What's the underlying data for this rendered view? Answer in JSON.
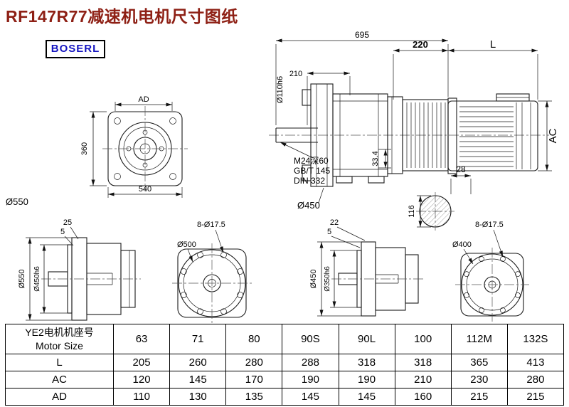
{
  "page": {
    "title": "RF147R77减速机电机尺寸图纸",
    "brand": "BOSERL"
  },
  "main_view": {
    "overall_length": "695",
    "coupling_length": "220",
    "motor_length_label": "L",
    "shaft_length": "210",
    "shaft_diameter": "Ø110h6",
    "tap_hole": "M24深60",
    "tap_standard_gb": "GB/T 145",
    "tap_standard_din": "DIN 332",
    "dim_33_4": "33.4",
    "flange_diameter": "Ø450",
    "motor_height_label": "AC",
    "dim_28": "28",
    "dim_116": "116"
  },
  "front_view": {
    "width_label": "AD",
    "dim_360": "360",
    "dim_540": "540",
    "corner_diameter": "Ø550"
  },
  "flange1_side": {
    "dim_25": "25",
    "dim_5": "5",
    "outer_diameter": "Ø550",
    "spigot_diameter": "Ø450h6"
  },
  "flange1_face": {
    "bolt_holes": "8-Ø17.5",
    "bolt_circle": "Ø500"
  },
  "flange2_side": {
    "dim_22": "22",
    "dim_5": "5",
    "outer_diameter": "Ø450",
    "spigot_diameter": "Ø350h6"
  },
  "flange2_face": {
    "bolt_holes": "8-Ø17.5",
    "bolt_circle": "Ø400"
  },
  "table": {
    "header_cn": "YE2电机机座号",
    "header_en": "Motor Size",
    "sizes": [
      "63",
      "71",
      "80",
      "90S",
      "90L",
      "100",
      "112M",
      "132S"
    ],
    "rows": [
      {
        "label": "L",
        "values": [
          "205",
          "260",
          "280",
          "288",
          "318",
          "318",
          "365",
          "413"
        ]
      },
      {
        "label": "AC",
        "values": [
          "120",
          "145",
          "170",
          "190",
          "190",
          "210",
          "230",
          "280"
        ]
      },
      {
        "label": "AD",
        "values": [
          "110",
          "130",
          "135",
          "145",
          "145",
          "160",
          "215",
          "215"
        ]
      }
    ]
  }
}
